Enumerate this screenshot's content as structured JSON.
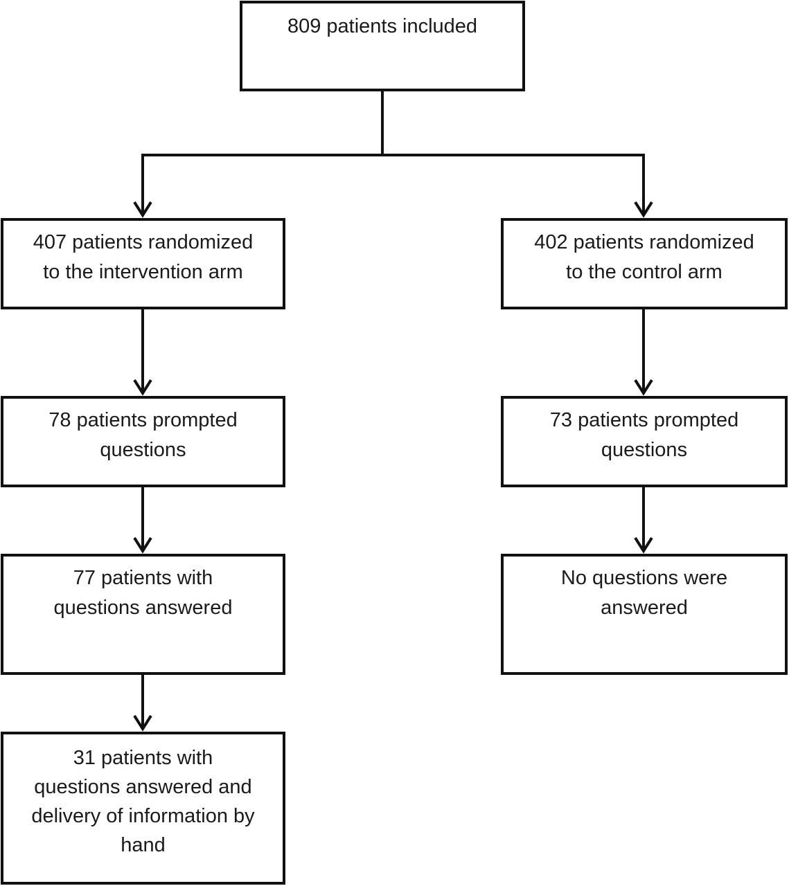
{
  "flowchart": {
    "root": {
      "text": "809 patients included"
    },
    "intervention_arm": {
      "randomized": "407 patients randomized\nto the intervention arm",
      "prompted": "78 patients prompted\nquestions",
      "answered": "77 patients with\nquestions answered",
      "delivered": "31 patients with\nquestions answered and\ndelivery of information by\nhand"
    },
    "control_arm": {
      "randomized": "402 patients randomized\nto the control arm",
      "prompted": "73 patients prompted\nquestions",
      "answered": "No questions were\nanswered"
    }
  }
}
